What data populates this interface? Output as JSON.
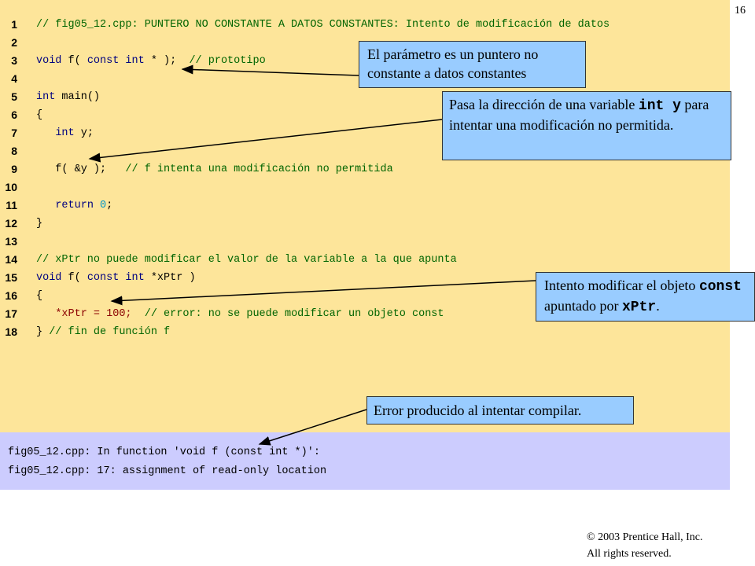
{
  "page_number": "16",
  "code_lines": [
    {
      "num": "1",
      "parts": [
        [
          "cm",
          "// fig05_12.cpp: PUNTERO NO CONSTANTE A DATOS CONSTANTES: Intento de modificación de datos"
        ]
      ]
    },
    {
      "num": "2",
      "parts": []
    },
    {
      "num": "3",
      "parts": [
        [
          "kw",
          "void"
        ],
        [
          "tx",
          " f( "
        ],
        [
          "kw",
          "const int"
        ],
        [
          "tx",
          " * );  "
        ],
        [
          "cm",
          "// prototipo"
        ]
      ]
    },
    {
      "num": "4",
      "parts": []
    },
    {
      "num": "5",
      "parts": [
        [
          "kw",
          "int"
        ],
        [
          "tx",
          " main()"
        ]
      ]
    },
    {
      "num": "6",
      "parts": [
        [
          "tx",
          "{"
        ]
      ]
    },
    {
      "num": "7",
      "parts": [
        [
          "tx",
          "   "
        ],
        [
          "kw",
          "int"
        ],
        [
          "tx",
          " y;"
        ]
      ]
    },
    {
      "num": "8",
      "parts": []
    },
    {
      "num": "9",
      "parts": [
        [
          "tx",
          "   f( &y );   "
        ],
        [
          "cm",
          "// f intenta una modificación no permitida"
        ]
      ]
    },
    {
      "num": "10",
      "parts": []
    },
    {
      "num": "11",
      "parts": [
        [
          "tx",
          "   "
        ],
        [
          "kw",
          "return"
        ],
        [
          "tx",
          " "
        ],
        [
          "nm",
          "0"
        ],
        [
          "tx",
          ";"
        ]
      ]
    },
    {
      "num": "12",
      "parts": [
        [
          "tx",
          "}"
        ]
      ]
    },
    {
      "num": "13",
      "parts": []
    },
    {
      "num": "14",
      "parts": [
        [
          "cm",
          "// xPtr no puede modificar el valor de la variable a la que apunta"
        ]
      ]
    },
    {
      "num": "15",
      "parts": [
        [
          "kw",
          "void"
        ],
        [
          "tx",
          " f( "
        ],
        [
          "kw",
          "const int"
        ],
        [
          "tx",
          " *xPtr )"
        ]
      ]
    },
    {
      "num": "16",
      "parts": [
        [
          "tx",
          "{"
        ]
      ]
    },
    {
      "num": "17",
      "parts": [
        [
          "tx",
          "   "
        ],
        [
          "er",
          "*xPtr = 100;"
        ],
        [
          "tx",
          "  "
        ],
        [
          "cm",
          "// error: no se puede modificar un objeto const"
        ]
      ]
    },
    {
      "num": "18",
      "parts": [
        [
          "tx",
          "} "
        ],
        [
          "cm",
          "// fin de función f"
        ]
      ]
    }
  ],
  "output_lines": [
    "fig05_12.cpp: In function 'void f (const int *)':",
    "fig05_12.cpp: 17: assignment of read-only location"
  ],
  "callouts": {
    "param": {
      "text": "El parámetro es un puntero no constante a datos constantes"
    },
    "pass": {
      "pre": "Pasa la dirección de una variable ",
      "code": "int y",
      "post": " para intentar una modificación no permitida."
    },
    "modify": {
      "pre": "Intento modificar el objeto ",
      "code1": "const",
      "mid": " apuntado por ",
      "code2": "xPtr",
      "post": "."
    },
    "error": {
      "text": "Error producido al intentar compilar."
    }
  },
  "copyright": {
    "line1": "© 2003 Prentice Hall, Inc.",
    "line2": "All rights reserved."
  },
  "colors": {
    "code_bg": "#fde59a",
    "output_bg": "#ccccfe",
    "callout_bg": "#99ccff",
    "keyword": "#000080",
    "comment": "#006400",
    "number": "#0096c8"
  }
}
